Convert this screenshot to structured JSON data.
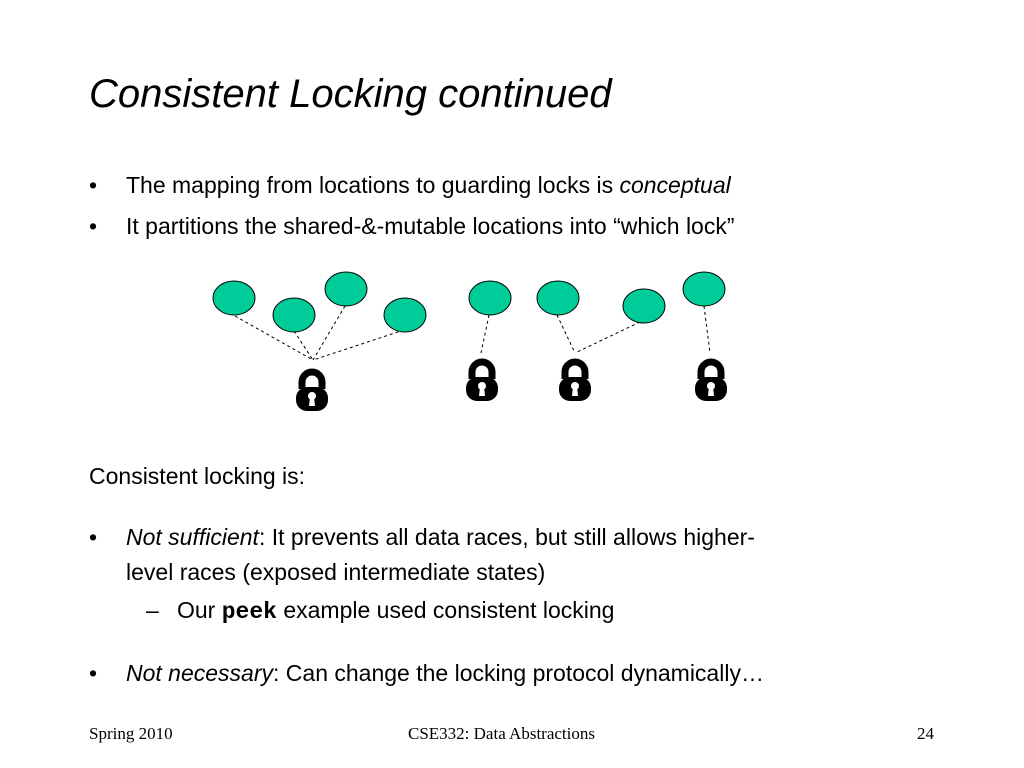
{
  "slide": {
    "title": "Consistent Locking continued",
    "bullets_top": [
      {
        "marker": "•",
        "text": "The mapping from locations to guarding locks is ",
        "emph": "conceptual"
      },
      {
        "marker": "•",
        "text": "It partitions the shared-&-mutable locations into “which lock”"
      }
    ],
    "intro": "Consistent locking is:",
    "bullet_insufficient": {
      "marker": "•",
      "emph": "Not sufficient",
      "text_line1": ": It prevents all data races, but still allows higher-",
      "text_line2": "level races (exposed intermediate states)"
    },
    "sub_bullet": {
      "marker": "–",
      "prefix": "Our ",
      "code": "peek",
      "suffix": " example used consistent locking"
    },
    "bullet_unnecessary": {
      "marker": "•",
      "emph": "Not necessary",
      "text": ": Can change the locking protocol dynamically…"
    }
  },
  "footer": {
    "left": "Spring 2010",
    "center": "CSE332: Data Abstractions",
    "page": "24"
  },
  "colors": {
    "location_fill": "#00cc99",
    "lock": "#000000"
  },
  "icons": {
    "location": "ellipse",
    "lock": "padlock-icon"
  }
}
